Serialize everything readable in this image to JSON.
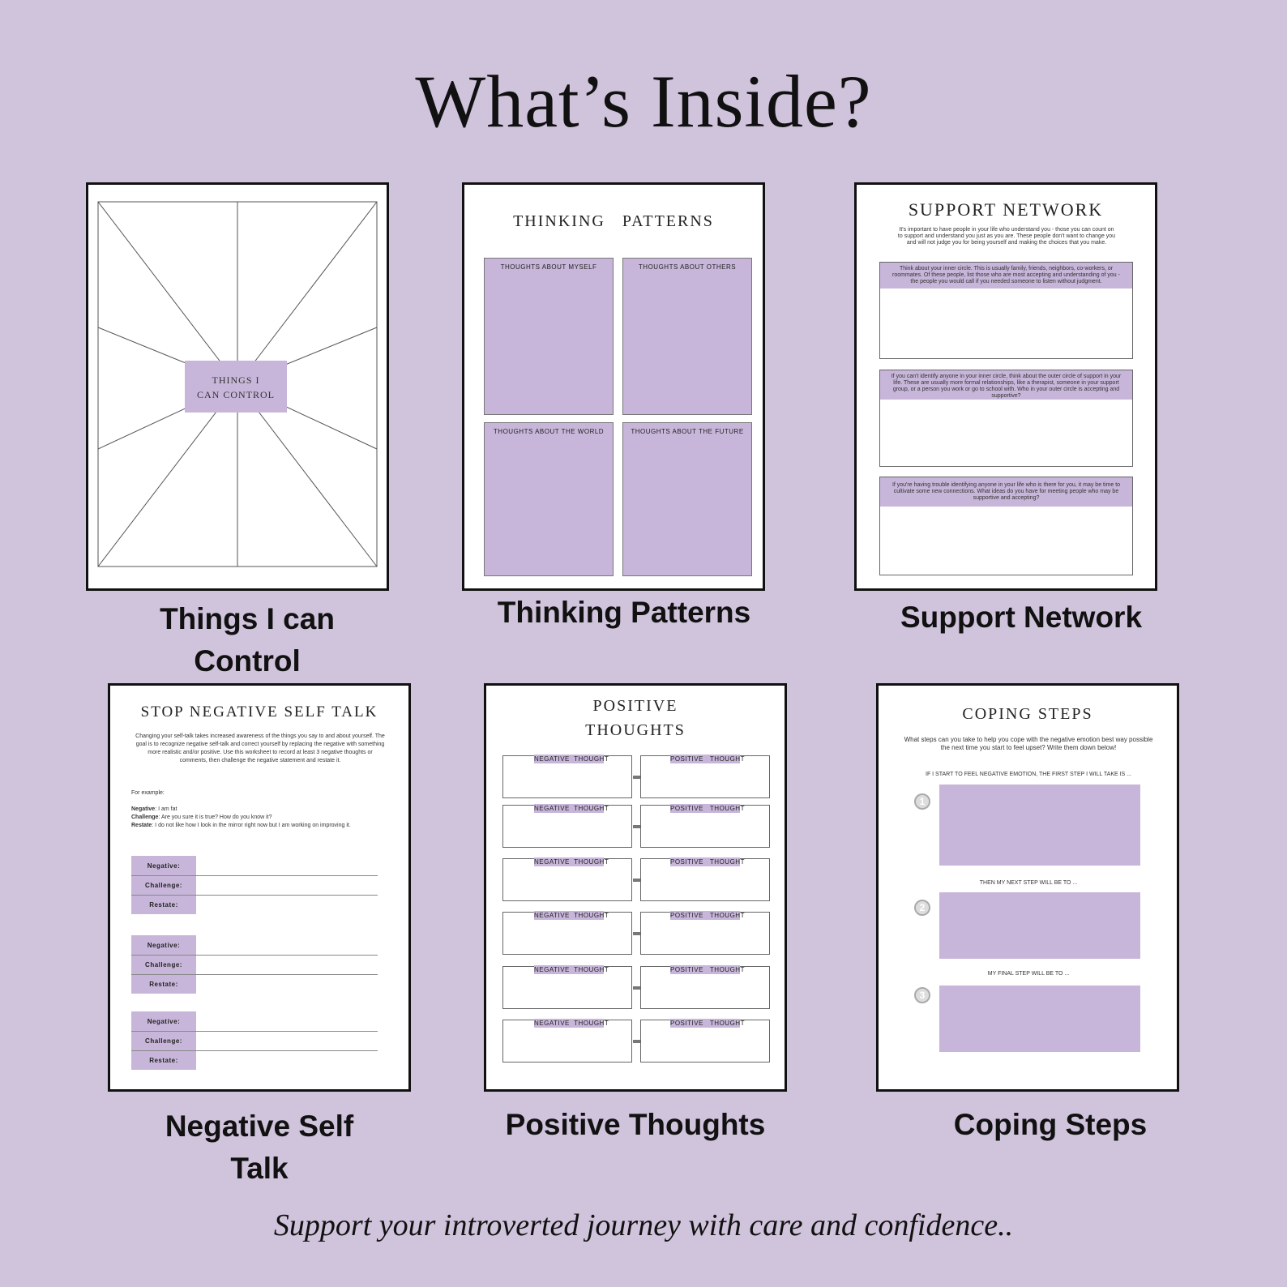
{
  "heading": "What’s Inside?",
  "tagline": "Support your introverted journey with care and confidence..",
  "colors": {
    "background": "#d0c3dc",
    "accent": "#c7b6d9",
    "page": "#ffffff"
  },
  "captions": {
    "control_line1": "Things I can",
    "control_line2": "Control",
    "thinking": "Thinking Patterns",
    "support": "Support Network",
    "negative_line1": "Negative Self",
    "negative_line2": "Talk",
    "positive": "Positive Thoughts",
    "coping": "Coping Steps"
  },
  "control_page": {
    "center_line1": "THINGS I",
    "center_line2": "CAN CONTROL"
  },
  "thinking_page": {
    "title": "THINKING   PATTERNS",
    "boxes": [
      "THOUGHTS ABOUT MYSELF",
      "THOUGHTS ABOUT OTHERS",
      "THOUGHTS ABOUT THE WORLD",
      "THOUGHTS ABOUT THE FUTURE"
    ]
  },
  "support_page": {
    "title": "SUPPORT NETWORK",
    "intro": "It's important to have people in your life who understand you - those you can count on to support and understand you just as you are. These people don't want to change you and will not judge you for being yourself and making the choices that you make.",
    "prompts": [
      "Think about your inner circle. This is usually family, friends, neighbors, co-workers, or roommates. Of these people, list those who are most accepting and understanding of you - the people you would call if you needed someone to listen without judgment.",
      "If you can't identify anyone in your inner circle, think about the outer circle of support in your life. These are usually more formal relationships, like a therapist, someone in your support group, or a person you work or go to school with. Who in your outer circle is accepting and supportive?",
      "If you're having trouble identifying anyone in your life who is there for you, it may be time to cultivate some new connections. What ideas do you have for meeting people who may be supportive and accepting?"
    ]
  },
  "negative_page": {
    "title": "STOP NEGATIVE SELF TALK",
    "intro": "Changing your self-talk takes increased awareness of the things you say to and about yourself. The goal is to recognize negative self-talk and correct yourself by replacing the negative with something more realistic and/or positive. Use this worksheet to record at least 3 negative thoughts or comments, then challenge the negative statement and restate it.",
    "for_example": "For example:",
    "ex_negative_label": "Negative",
    "ex_negative": ": I am fat",
    "ex_challenge_label": "Challenge",
    "ex_challenge": ": Are you sure it is true? How do you know it?",
    "ex_restate_label": "Restate",
    "ex_restate": ": I do not like how I look in the mirror right now but I am working on improving it.",
    "row_labels": [
      "Negative:",
      "Challenge:",
      "Restate:"
    ]
  },
  "positive_page": {
    "title_line1": "POSITIVE",
    "title_line2": "THOUGHTS",
    "left_label": "NEGATIVE  THOUGHT",
    "right_label": "POSITIVE   THOUGHT",
    "rows": 6
  },
  "coping_page": {
    "title": "COPING STEPS",
    "intro": "What steps can you take to help you cope with the negative emotion best way possible the next time you start to feel upset? Write them down below!",
    "step1": "IF I START TO FEEL NEGATIVE EMOTION, THE FIRST STEP I WILL TAKE IS ...",
    "step2": "THEN MY NEXT STEP WILL BE TO ...",
    "step3": "MY FINAL STEP WILL BE TO ...",
    "numbers": [
      "1",
      "2",
      "3"
    ]
  }
}
